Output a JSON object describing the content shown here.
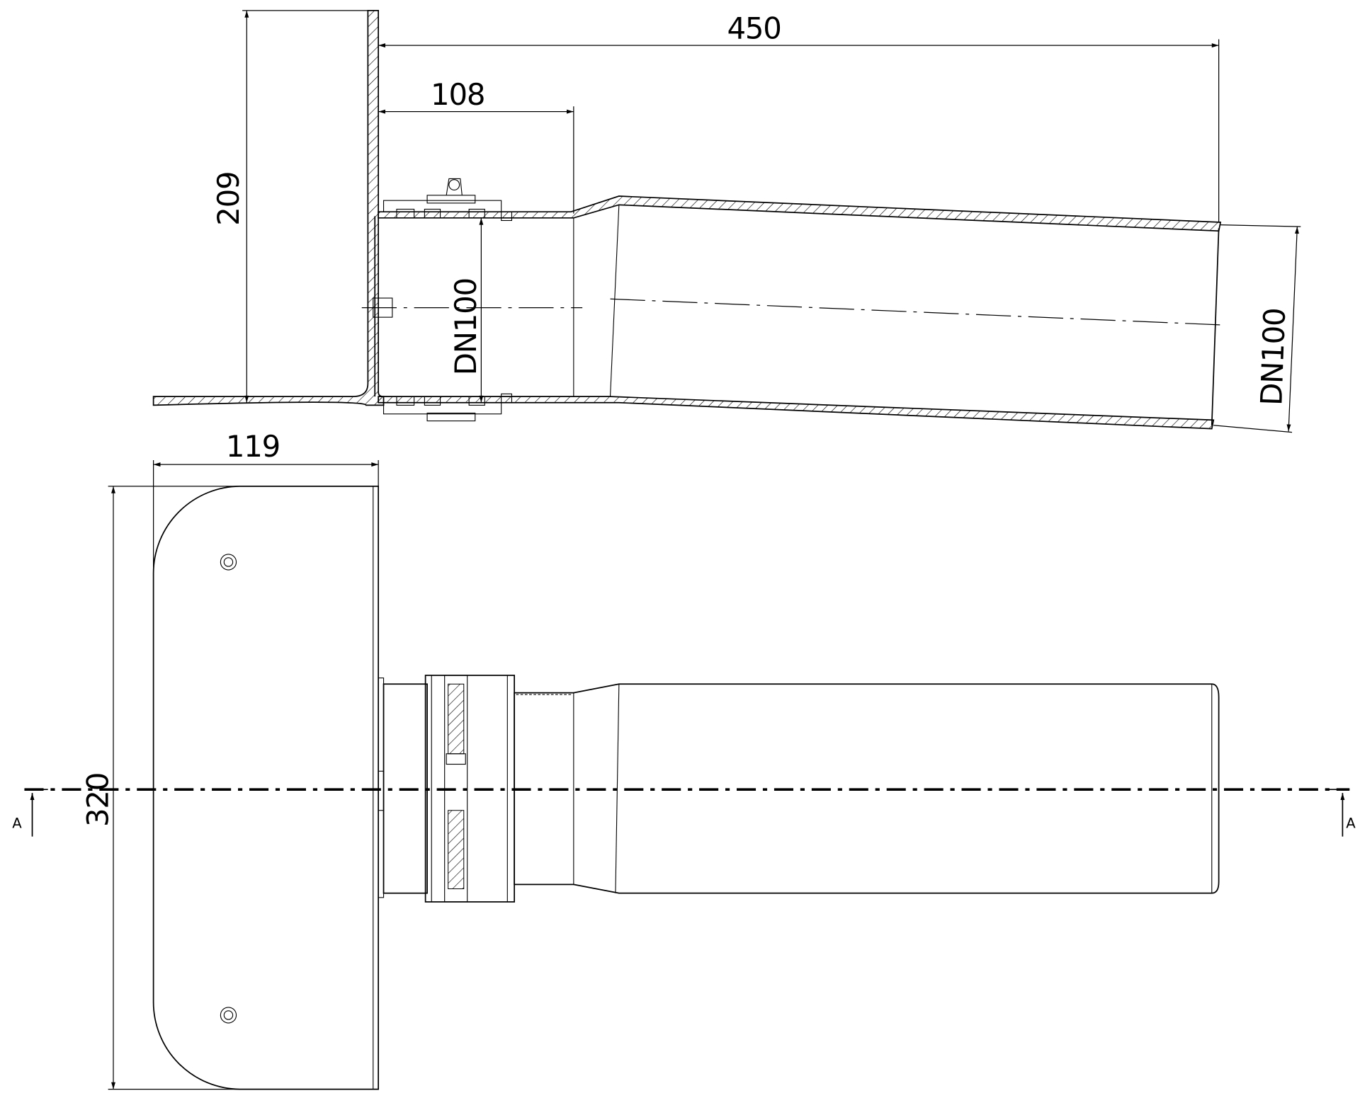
{
  "dimensions": {
    "overall_length": "450",
    "socket_length": "108",
    "height": "209",
    "inlet_diameter": "DN100",
    "outlet_diameter": "DN100",
    "plate_depth": "119",
    "plate_width": "320"
  },
  "section_marks": {
    "left": "A",
    "right": "A"
  }
}
